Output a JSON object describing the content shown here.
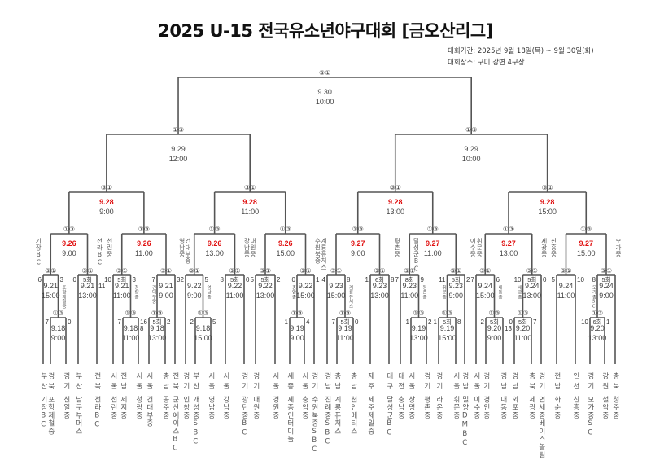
{
  "title": "2025 U-15 전국유소년야구대회 [금오산리그]",
  "period": "대회기간: 2025년 9월 18일(목) ~ 9월 30일(화)",
  "venue": "대회장소: 구미 강변 4구장",
  "colors": {
    "line": "#555555",
    "highlight": "#e01010"
  },
  "teams": [
    {
      "region": "부산",
      "name": "기장BC"
    },
    {
      "region": "경북",
      "name": "포항제철중"
    },
    {
      "region": "경기",
      "name": "신일중"
    },
    {
      "region": "부산",
      "name": "남구부머스"
    },
    {
      "region": "전북",
      "name": "전라BC"
    },
    {
      "region": "서울",
      "name": "선린중"
    },
    {
      "region": "전남",
      "name": "세지중"
    },
    {
      "region": "서울",
      "name": "청량중"
    },
    {
      "region": "서울",
      "name": "건대부중"
    },
    {
      "region": "충남",
      "name": "공주중"
    },
    {
      "region": "전북",
      "name": "군산예이스BC"
    },
    {
      "region": "경기",
      "name": "인창중"
    },
    {
      "region": "부산",
      "name": "개성중SBC"
    },
    {
      "region": "서울",
      "name": "영남중"
    },
    {
      "region": "서울",
      "name": "강남중"
    },
    {
      "region": "경기",
      "name": "광탄중BC"
    },
    {
      "region": "경기",
      "name": "대원중"
    },
    {
      "region": "서울",
      "name": "경원중"
    },
    {
      "region": "세종",
      "name": "세종인터미들"
    },
    {
      "region": "서울",
      "name": "충암중"
    },
    {
      "region": "경기",
      "name": "수원북중SBC"
    },
    {
      "region": "경남",
      "name": "진례중SBC"
    },
    {
      "region": "충남",
      "name": "계룡퓨처스"
    },
    {
      "region": "충남",
      "name": "천안메티스"
    },
    {
      "region": "제주",
      "name": "제주제일중"
    },
    {
      "region": "대구",
      "name": "달성군BC"
    },
    {
      "region": "대전",
      "name": "충남중"
    },
    {
      "region": "서울",
      "name": "상명중"
    },
    {
      "region": "경기",
      "name": "평촌중"
    },
    {
      "region": "경기",
      "name": "라온중"
    },
    {
      "region": "서울",
      "name": "휘문중"
    },
    {
      "region": "경남",
      "name": "밀양DMBC"
    },
    {
      "region": "서울",
      "name": "이수중"
    },
    {
      "region": "경기",
      "name": "경인중"
    },
    {
      "region": "경남",
      "name": "내동중"
    },
    {
      "region": "경남",
      "name": "외포중"
    },
    {
      "region": "충북",
      "name": "세광중"
    },
    {
      "region": "경기",
      "name": "연세중베이스볼팀"
    },
    {
      "region": "전남",
      "name": "화순중"
    },
    {
      "region": "인천",
      "name": "신흥중"
    },
    {
      "region": "경기",
      "name": "모가중SC"
    },
    {
      "region": "강원",
      "name": "설악중"
    },
    {
      "region": "충북",
      "name": "청주중"
    }
  ],
  "matches": {
    "m1": {
      "date": "9.18",
      "time": "9:00",
      "score": [
        "7",
        "0"
      ],
      "marks": "①③"
    },
    "m2": {
      "date": "9.21",
      "time": "15:00",
      "score": [
        "6",
        "3"
      ],
      "marks": "③①",
      "label": [
        "",
        "포항제철중"
      ]
    },
    "m3": {
      "inning": "5회",
      "date": "9.21",
      "time": "13:00",
      "score": [
        "0",
        "11"
      ],
      "marks": "③①"
    },
    "m4": {
      "date": "9.26",
      "time": "9:00",
      "hl": true,
      "marks": "①③",
      "label": [
        "기장BC",
        "전라BC"
      ]
    },
    "m5": {
      "date": "9.18",
      "time": "11:00",
      "score": [
        "7",
        "8"
      ],
      "marks": "①③"
    },
    "m6": {
      "inning": "5회",
      "date": "9.21",
      "time": "11:00",
      "score": [
        "10",
        "3"
      ],
      "marks": "③①",
      "label": [
        "",
        "청량중"
      ]
    },
    "m7": {
      "inning": "5회",
      "date": "9.18",
      "time": "13:00",
      "score": [
        "16",
        "2"
      ],
      "marks": "①③"
    },
    "m8": {
      "date": "9.21",
      "time": "9:00",
      "score": [
        "7",
        "3"
      ],
      "marks": "③①",
      "label": [
        "건대부중",
        ""
      ]
    },
    "m9": {
      "date": "9.26",
      "time": "11:00",
      "hl": true,
      "marks": "①③",
      "label": [
        "선린중",
        "건대부중"
      ]
    },
    "q1": {
      "date": "9.28",
      "time": "9:00",
      "hl": true,
      "marks": "③①"
    },
    "m10": {
      "date": "9.18",
      "time": "15:00",
      "score": [
        "2",
        "5"
      ],
      "marks": "①③"
    },
    "m11": {
      "date": "9.22",
      "time": "9:00",
      "score": [
        "2",
        "5"
      ],
      "marks": "③①",
      "label": [
        "",
        "영남중"
      ]
    },
    "m12": {
      "inning": "5회",
      "date": "9.22",
      "time": "11:00",
      "score": [
        "8",
        "0"
      ],
      "marks": "③①"
    },
    "m13": {
      "date": "9.26",
      "time": "13:00",
      "hl": true,
      "marks": "①③",
      "label": [
        "영남중",
        "강남중"
      ]
    },
    "m14": {
      "inning": "5회",
      "date": "9.22",
      "time": "13:00",
      "score": [
        "5",
        "2"
      ],
      "marks": "③①"
    },
    "m15": {
      "date": "9.19",
      "time": "9:00",
      "score": [
        "1",
        "4"
      ],
      "marks": "①③"
    },
    "m16": {
      "date": "9.22",
      "time": "15:00",
      "score": [
        "0",
        "1"
      ],
      "marks": "③①",
      "label": [
        "충암중",
        ""
      ]
    },
    "m17": {
      "date": "9.26",
      "time": "15:00",
      "hl": true,
      "marks": "①③",
      "label": [
        "대원중",
        "수원북중"
      ]
    },
    "q2": {
      "date": "9.28",
      "time": "11:00",
      "hl": true,
      "marks": "③①"
    },
    "s1": {
      "date": "9.29",
      "time": "12:00",
      "marks": "①③"
    },
    "m18": {
      "inning": "5회",
      "date": "9.19",
      "time": "11:00",
      "score": [
        "7",
        "0"
      ],
      "marks": "①③"
    },
    "m19": {
      "date": "9.23",
      "time": "15:00",
      "score": [
        "4",
        "8"
      ],
      "marks": "③①",
      "label": [
        "",
        "계룡퓨처스"
      ]
    },
    "m20": {
      "inning": "6회",
      "date": "9.23",
      "time": "13:00",
      "score": [
        "1",
        "8"
      ],
      "marks": "③①"
    },
    "m21": {
      "date": "9.27",
      "time": "9:00",
      "hl": true,
      "marks": "①③",
      "label": [
        "계룡퓨처스",
        "달성군BC"
      ]
    },
    "m22": {
      "date": "9.19",
      "time": "13:00",
      "score": [
        "1",
        "2"
      ],
      "marks": "①③"
    },
    "m23": {
      "inning": "8회",
      "date": "9.23",
      "time": "11:00",
      "score": [
        "7",
        "9"
      ],
      "marks": "③①",
      "label": [
        "",
        "평촌중"
      ]
    },
    "m24": {
      "inning": "5회",
      "date": "9.19",
      "time": "15:00",
      "score": [
        "1",
        "8"
      ],
      "marks": "①③"
    },
    "m25": {
      "inning": "5회",
      "date": "9.23",
      "time": "9:00",
      "score": [
        "11",
        "2"
      ],
      "marks": "③①",
      "label": [
        "휘문중",
        ""
      ]
    },
    "m26": {
      "date": "9.27",
      "time": "11:00",
      "hl": true,
      "marks": "①③",
      "label": [
        "평촌중",
        "휘문중"
      ]
    },
    "q3": {
      "date": "9.28",
      "time": "13:00",
      "hl": true,
      "marks": "③①"
    },
    "m27": {
      "inning": "5회",
      "date": "9.20",
      "time": "9:00",
      "score": [
        "2",
        "13"
      ],
      "marks": "①③"
    },
    "m28": {
      "date": "9.24",
      "time": "15:00",
      "score": [
        "7",
        "6"
      ],
      "marks": "③①",
      "label": [
        "",
        "내동중"
      ]
    },
    "m29": {
      "inning": "5회",
      "date": "9.20",
      "time": "11:00",
      "score": [
        "0",
        "7"
      ],
      "marks": "①③"
    },
    "m30": {
      "inning": "5회",
      "date": "9.24",
      "time": "13:00",
      "score": [
        "10",
        "0"
      ],
      "marks": "③①",
      "label": [
        "세광중",
        ""
      ]
    },
    "m31": {
      "date": "9.27",
      "time": "13:00",
      "hl": true,
      "marks": "①③",
      "label": [
        "이수중",
        "세광중"
      ]
    },
    "m32": {
      "date": "9.24",
      "time": "11:00",
      "score": [
        "5",
        "10"
      ],
      "marks": "③①"
    },
    "m33": {
      "inning": "6회",
      "date": "9.20",
      "time": "13:00",
      "score": [
        "10",
        "1"
      ],
      "marks": "①③"
    },
    "m34": {
      "inning": "5회",
      "date": "9.24",
      "time": "9:00",
      "score": [
        "8",
        ""
      ],
      "marks": "③①",
      "label": [
        "모가중SC",
        ""
      ]
    },
    "m35": {
      "date": "9.27",
      "time": "15:00",
      "hl": true,
      "marks": "①③",
      "label": [
        "신흥중",
        "모가중"
      ]
    },
    "q4": {
      "date": "9.28",
      "time": "15:00",
      "hl": true,
      "marks": "③①"
    },
    "s2": {
      "date": "9.29",
      "time": "10:00",
      "marks": "①③"
    },
    "f": {
      "date": "9.30",
      "time": "10:00",
      "marks": "③①"
    }
  }
}
